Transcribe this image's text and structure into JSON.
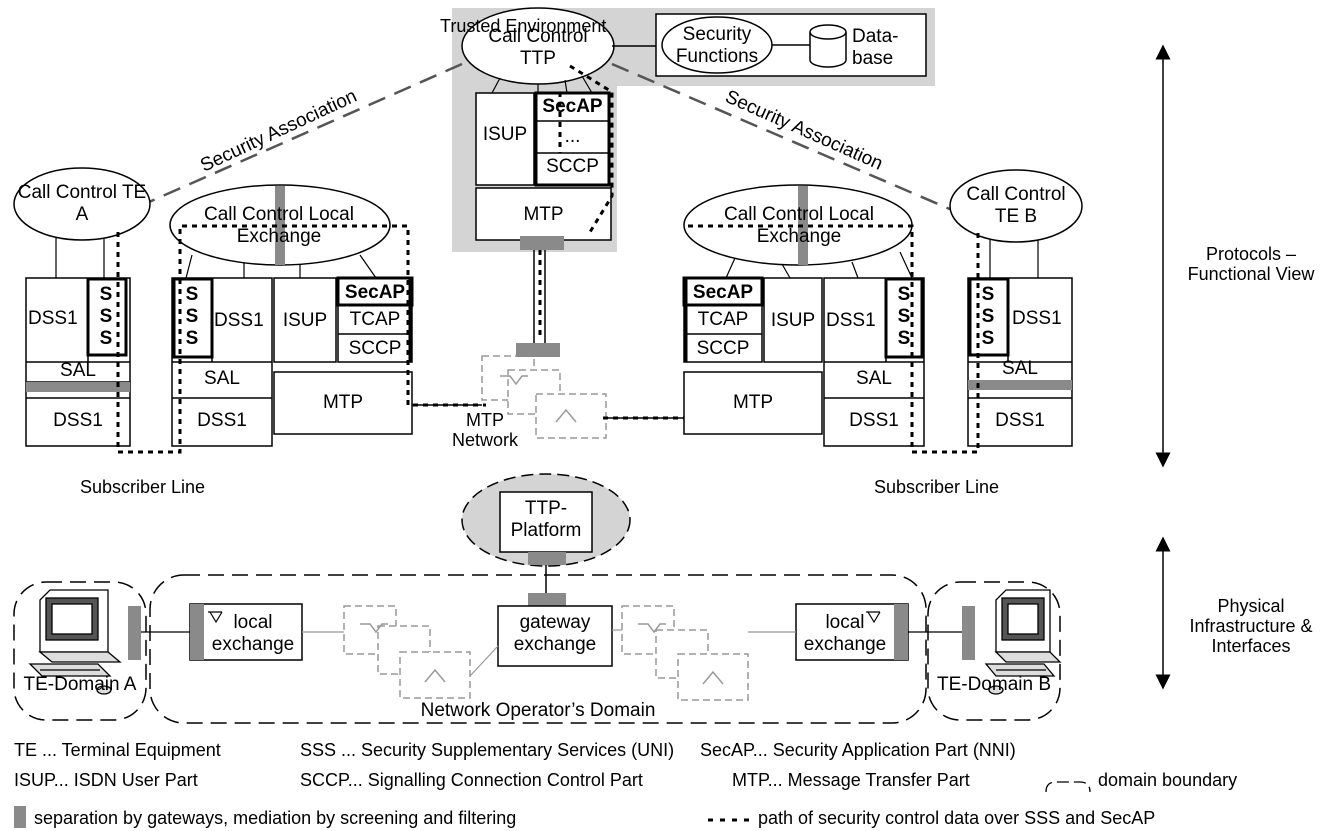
{
  "top": {
    "trusted_env": "Trusted Environment",
    "cc_ttp": "Call Control TTP",
    "security_functions": "Security Functions",
    "database": "Data- base",
    "sa_left": "Security Association",
    "sa_right": "Security Association",
    "isup": "ISUP",
    "secap": "SecAP",
    "dots": "...",
    "sccp": "SCCP",
    "mtp": "MTP"
  },
  "te_a": {
    "cc": "Call Control TE A",
    "dss1": "DSS1",
    "sss": "S S S",
    "sal": "SAL",
    "dss1_low": "DSS1"
  },
  "le_left": {
    "cc": "Call Control Local Exchange",
    "sss": "S S S",
    "dss1": "DSS1",
    "sal": "SAL",
    "dss1_low": "DSS1",
    "isup": "ISUP",
    "secap": "SecAP",
    "tcap": "TCAP",
    "sccp": "SCCP",
    "mtp": "MTP"
  },
  "le_right": {
    "cc": "Call Control Local Exchange",
    "secap": "SecAP",
    "tcap": "TCAP",
    "sccp": "SCCP",
    "isup": "ISUP",
    "dss1": "DSS1",
    "sss": "S S S",
    "sal": "SAL",
    "dss1_low": "DSS1",
    "mtp": "MTP"
  },
  "te_b": {
    "cc": "Call Control TE B",
    "sss": "S S S",
    "dss1": "DSS1",
    "sal": "SAL",
    "dss1_low": "DSS1"
  },
  "mtp_network": "MTP Network",
  "subscriber_line_left": "Subscriber Line",
  "subscriber_line_right": "Subscriber Line",
  "side_top": "Protocols – Functional View",
  "side_bottom": "Physical Infrastructure & Interfaces",
  "physical": {
    "ttp_platform": "TTP- Platform",
    "te_domain_a": "TE-Domain A",
    "te_domain_b": "TE-Domain B",
    "local_exchange_left": "local exchange",
    "local_exchange_right": "local exchange",
    "gateway_exchange": "gateway exchange",
    "network_operator": "Network Operator’s Domain"
  },
  "legend": {
    "te": "TE ... Terminal Equipment",
    "sss": "SSS ... Security Supplementary Services (UNI)",
    "secap": "SecAP... Security Application Part (NNI)",
    "isup": "ISUP... ISDN User Part",
    "sccp": "SCCP... Signalling Connection Control Part",
    "mtp": "MTP... Message Transfer Part",
    "domain": "domain boundary",
    "separation": "separation by gateways, mediation by screening and filtering",
    "path": "path of security control data over SSS and SecAP"
  }
}
